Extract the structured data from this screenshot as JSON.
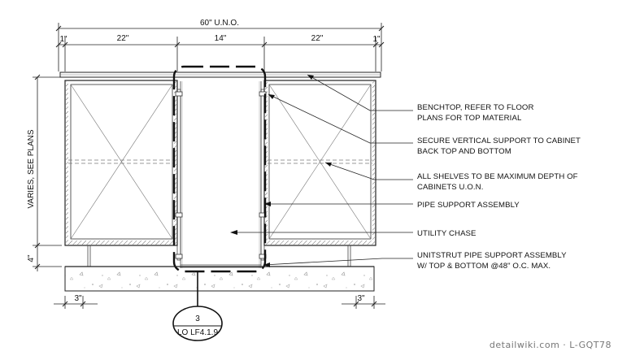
{
  "dimensions": {
    "overall": "60\" U.N.O.",
    "left_margin": "1\"",
    "left_cabinet": "22\"",
    "chase": "14\"",
    "right_cabinet": "22\"",
    "right_margin": "1\"",
    "height": "VARIES, SEE PLANS",
    "toe": "4\"",
    "footing_left": "3\"",
    "footing_right": "3\""
  },
  "notes": [
    {
      "lines": [
        "BENCHTOP, REFER TO FLOOR",
        "PLANS FOR TOP MATERIAL"
      ]
    },
    {
      "lines": [
        "SECURE VERTICAL SUPPORT TO CABINET",
        "BACK TOP AND BOTTOM"
      ]
    },
    {
      "lines": [
        "ALL SHELVES TO BE MAXIMUM DEPTH  OF",
        "CABINETS U.O.N."
      ]
    },
    {
      "lines": [
        "PIPE SUPPORT ASSEMBLY"
      ]
    },
    {
      "lines": [
        "UTILITY CHASE"
      ]
    },
    {
      "lines": [
        "UNITSTRUT PIPE SUPPORT ASSEMBLY",
        "W/ TOP & BOTTOM @48\" O.C. MAX."
      ]
    }
  ],
  "detail_tag": {
    "number": "3",
    "sheet": "LO LF4.1.9"
  },
  "watermark": "detailwiki.com · L-GQT78"
}
